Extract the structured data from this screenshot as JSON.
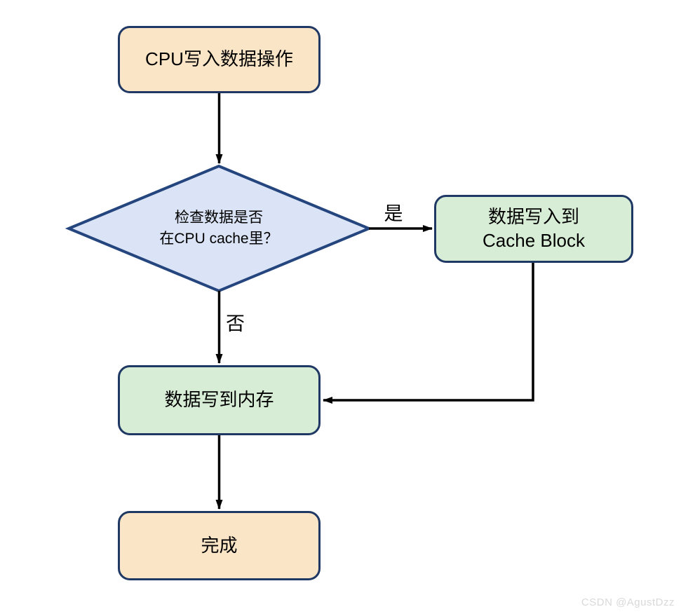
{
  "colors": {
    "background": "#FFFFFF",
    "process_fill": "#FBE5C7",
    "process_border": "#1F3864",
    "decision_fill": "#DBE4F6",
    "decision_border": "#24457E",
    "result_fill": "#D8EDD6",
    "result_border": "#1F3864",
    "arrow": "#000000",
    "watermark_color": "#D9D9D9"
  },
  "flowchart": {
    "nodes": {
      "start": {
        "label": "CPU写入数据操作"
      },
      "decision": {
        "line1": "检查数据是否",
        "line2": "在CPU cache里？"
      },
      "write_cache": {
        "line1": "数据写入到",
        "line2": "Cache Block"
      },
      "write_memory": {
        "label": "数据写到内存"
      },
      "done": {
        "label": "完成"
      }
    },
    "edge_labels": {
      "yes": "是",
      "no": "否"
    }
  },
  "watermark": {
    "text": "CSDN @AgustDzz"
  }
}
